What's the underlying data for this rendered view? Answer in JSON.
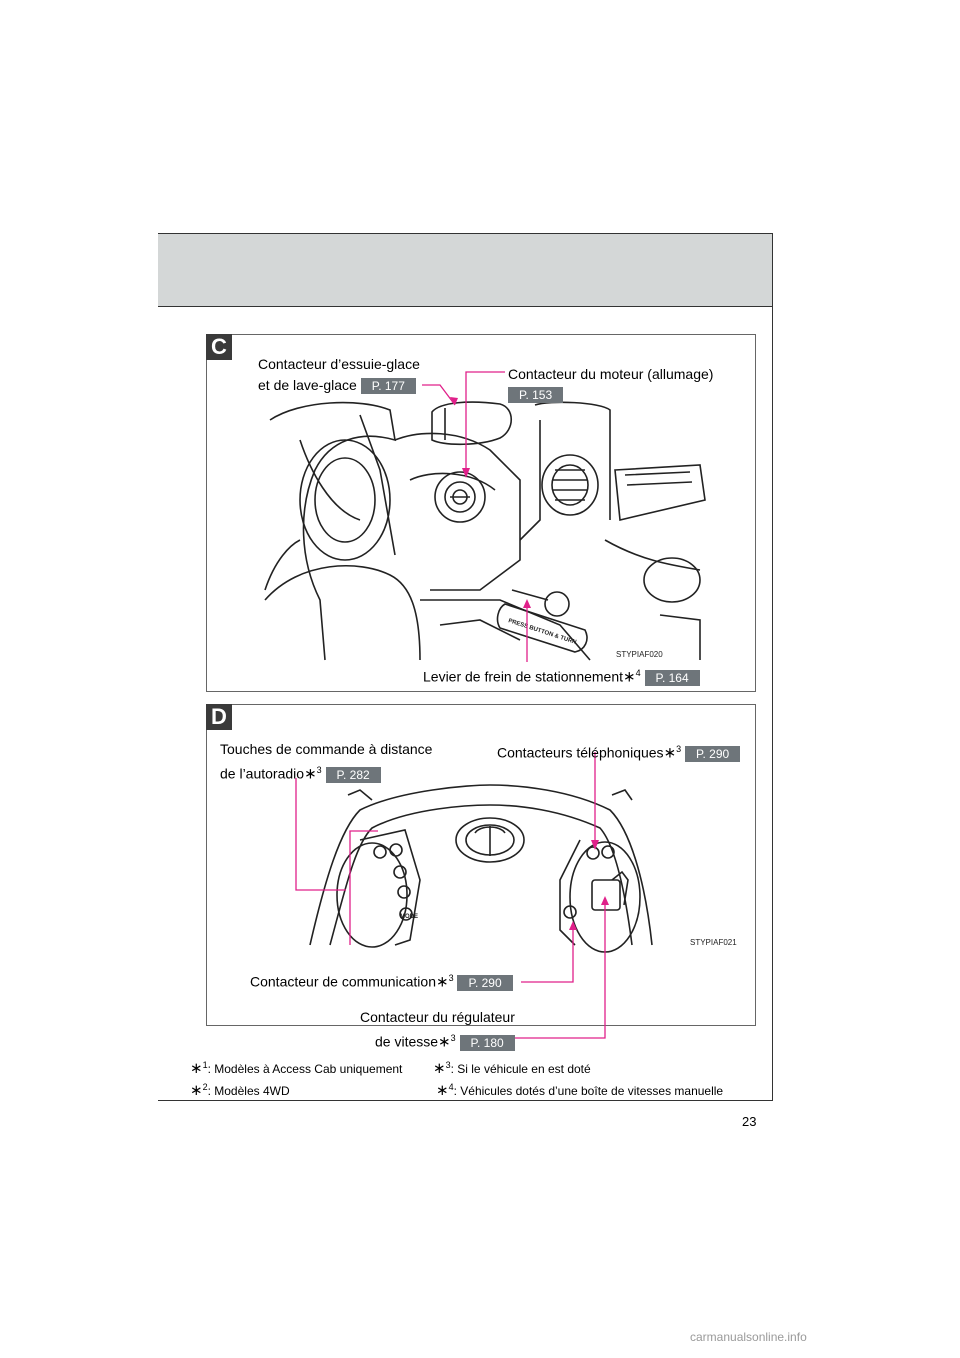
{
  "sections": {
    "c": {
      "tag": "C",
      "image_code": "STYPIAF020",
      "wiper": {
        "line1": "Contacteur d’essuie-glace",
        "line2": "et de lave-glace",
        "ref": "P. 177"
      },
      "engine": {
        "label": "Contacteur du moteur (allumage)",
        "ref": "P. 153"
      },
      "parking": {
        "label": "Levier de frein de stationnement",
        "asterisk": "∗",
        "sup": "4",
        "ref": "P. 164"
      },
      "lever_text": "PRESS BUTTON & TURN"
    },
    "d": {
      "tag": "D",
      "image_code": "STYPIAF021",
      "audio": {
        "line1": "Touches de commande à distance",
        "line2": "de l’autoradio",
        "asterisk": "∗",
        "sup": "3",
        "ref": "P. 282"
      },
      "phone": {
        "label": "Contacteurs téléphoniques",
        "asterisk": "∗",
        "sup": "3",
        "ref": "P. 290"
      },
      "communication": {
        "label": "Contacteur de communication",
        "asterisk": "∗",
        "sup": "3",
        "ref": "P. 290"
      },
      "cruise": {
        "line1": "Contacteur du régulateur",
        "line2": "de vitesse",
        "asterisk": "∗",
        "sup": "3",
        "ref": "P. 180"
      },
      "mode_text": "MODE"
    }
  },
  "footnotes": [
    {
      "mark": "∗",
      "sup": "1",
      "text": ":  Modèles à Access Cab uniquement"
    },
    {
      "mark": "∗",
      "sup": "2",
      "text": ":  Modèles 4WD"
    },
    {
      "mark": "∗",
      "sup": "3",
      "text": ":  Si le véhicule en est doté"
    },
    {
      "mark": "∗",
      "sup": "4",
      "text": ":  Véhicules dotés d’une boîte de vitesses manuelle"
    }
  ],
  "page_number": "23",
  "watermark": "carmanualsonline.info",
  "colors": {
    "callout": "#e0208a",
    "header_band": "#d4d7d7",
    "ref_badge": "#6e757a",
    "section_tag": "#3a3a3a"
  }
}
